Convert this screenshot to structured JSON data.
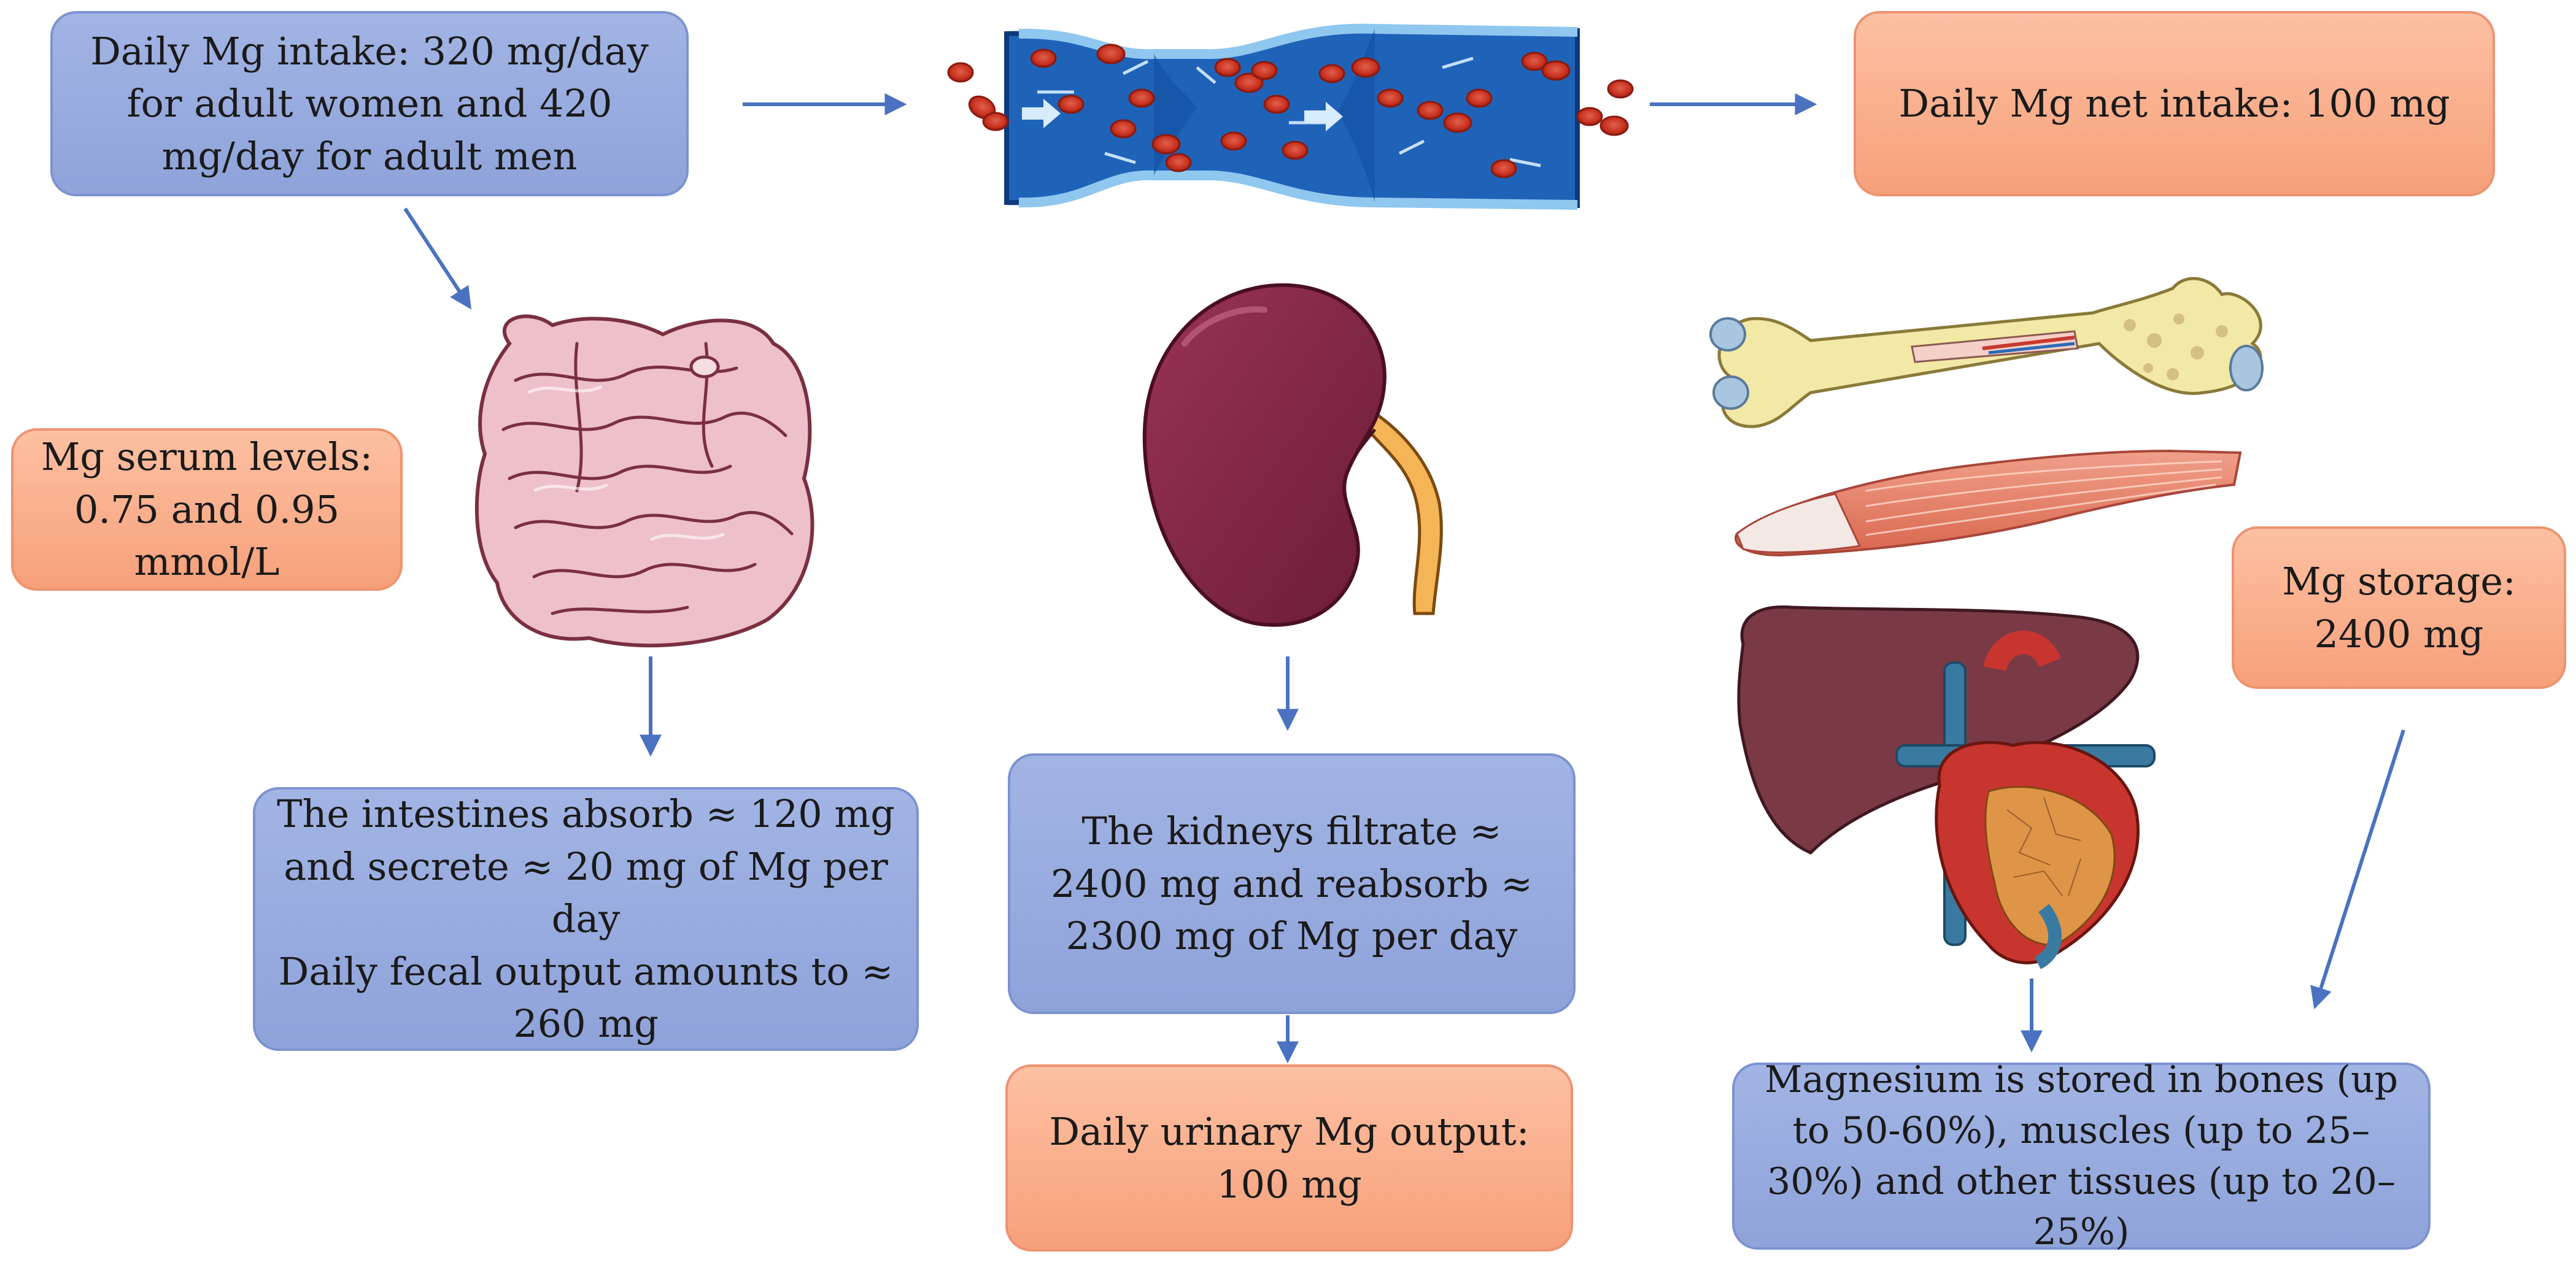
{
  "boxes": {
    "daily_intake": {
      "text": "Daily Mg intake: 320 mg/day for adult women and 420 mg/day for adult men"
    },
    "net_intake": {
      "text": "Daily Mg net intake: 100 mg"
    },
    "serum_levels": {
      "text": "Mg serum levels: 0.75 and 0.95 mmol/L"
    },
    "intestines": {
      "line1": "The intestines absorb ≈ 120 mg and secrete ≈ 20 mg of Mg per day",
      "line2": "Daily fecal output amounts to ≈ 260 mg"
    },
    "kidneys": {
      "text": "The kidneys filtrate ≈ 2400 mg and reabsorb ≈ 2300 mg of Mg per day"
    },
    "urinary_output": {
      "text": "Daily urinary Mg output: 100 mg"
    },
    "storage": {
      "text": "Mg storage: 2400 mg"
    },
    "storage_distribution": {
      "text": "Magnesium is stored in bones (up to 50-60%), muscles (up to 25–30%) and other tissues (up to 20–25%)"
    }
  },
  "colors": {
    "blue_box": "#95a8dd",
    "orange_box": "#f9ad8a",
    "arrow": "#4a72c0",
    "intestine": "#e8b4bf",
    "kidney": "#7d2443",
    "ureter": "#f5b455",
    "vessel": "#1f63b8",
    "blood_cell": "#cc3322",
    "bone": "#f3e9a6",
    "muscle": "#e8826a",
    "liver": "#7a3a45",
    "heart": "#c8352f"
  },
  "icons": [
    "blood-vessel-icon",
    "intestine-icon",
    "kidney-icon",
    "bone-icon",
    "muscle-icon",
    "liver-heart-icon"
  ]
}
